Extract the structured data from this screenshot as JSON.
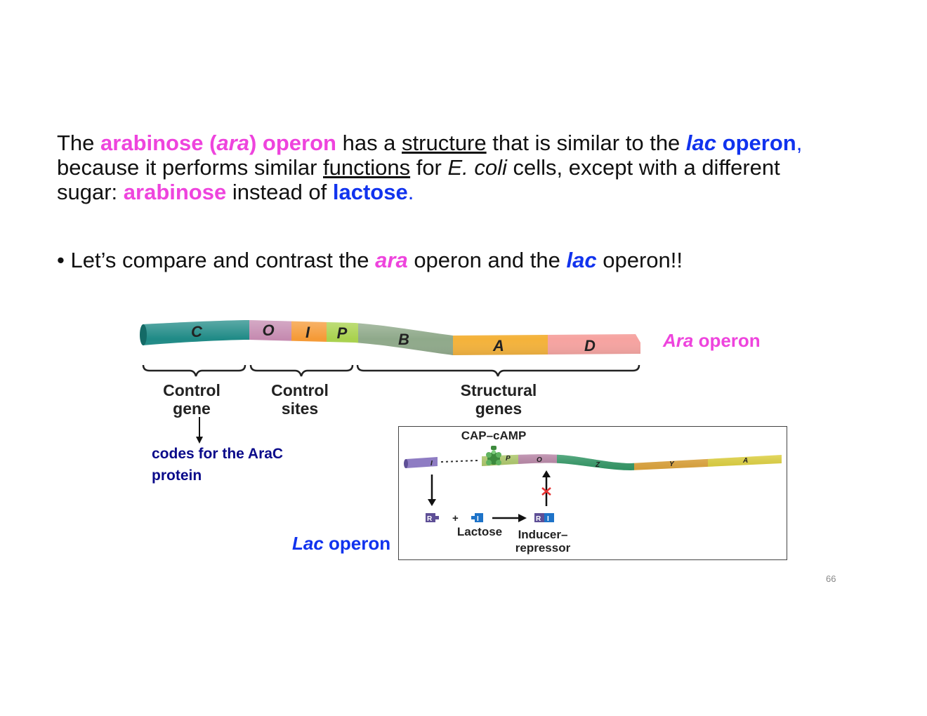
{
  "paragraph": {
    "t1": "The ",
    "ara_name_1": "arabinose (",
    "ara_abbr": "ara",
    "ara_name_2": ") operon",
    "t2": " has a ",
    "structure": "structure",
    "t3": " that is similar to the ",
    "lac_it": "lac",
    "lac_operon": " operon",
    "comma": ",",
    "t4": "because it performs similar ",
    "functions": "functions",
    "t5": " for ",
    "ecoli": "E. coli",
    "t6": " cells, except with a different",
    "t7": "sugar: ",
    "arabinose": "arabinose",
    "t8": " instead of ",
    "lactose": "lactose",
    "period": "."
  },
  "bullet": {
    "dot": "•",
    "t1": " Let’s compare and contrast the ",
    "ara": "ara",
    "t2": " operon and the ",
    "lac": "lac",
    "t3": " operon!!"
  },
  "ara_diagram": {
    "genes": [
      "C",
      "O",
      "I",
      "P",
      "B",
      "A",
      "D"
    ],
    "label_ara": "Ara",
    "label_operon": " operon",
    "control_gene": [
      "Control",
      "gene"
    ],
    "control_sites": [
      "Control",
      "sites"
    ],
    "structural_genes": [
      "Structural",
      "genes"
    ],
    "codes_note": "codes for the AraC protein"
  },
  "lac_diagram": {
    "label_lac": "Lac",
    "label_operon": " operon",
    "cap_camp": "CAP–cAMP",
    "genes": [
      "I",
      "P",
      "O",
      "Z",
      "Y",
      "A"
    ],
    "plus": "+",
    "lactose": "Lactose",
    "inducer": [
      "Inducer–",
      "repressor"
    ],
    "r_label": "R",
    "i_label": "I"
  },
  "page_number": "66",
  "colors": {
    "magenta": "#ee44dd",
    "blue": "#1133ee",
    "navy": "#0a0a8a",
    "teal": "#1f8a86",
    "mauve": "#c58ab0",
    "orange": "#f59a36",
    "lime": "#a9d24e",
    "sage": "#8fa98a",
    "amber": "#f4b23a",
    "pink": "#f6a3a0"
  }
}
